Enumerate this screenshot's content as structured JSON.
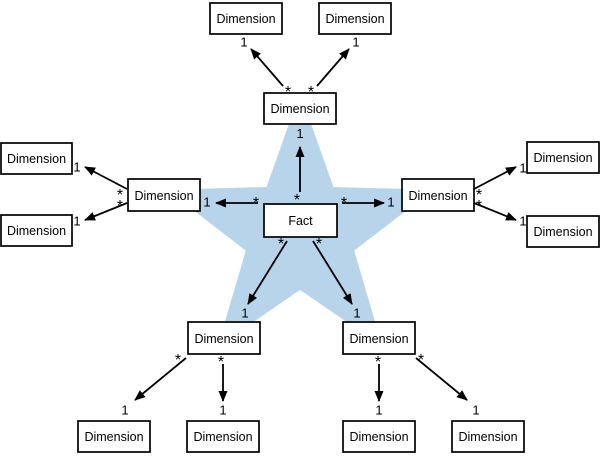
{
  "figure": {
    "type": "star-schema-diagram",
    "description": "Fact table linked to dimension tables over a five-pointed star background",
    "star_color": "#b8d4ea",
    "box_fill": "#ffffff",
    "box_stroke": "#000000",
    "arrow_color": "#000000",
    "nodes": [
      {
        "id": "fact",
        "label": "Fact"
      },
      {
        "id": "dimension-top",
        "label": "Dimension"
      },
      {
        "id": "dimension-left",
        "label": "Dimension"
      },
      {
        "id": "dimension-right",
        "label": "Dimension"
      },
      {
        "id": "dimension-bottom-left",
        "label": "Dimension"
      },
      {
        "id": "dimension-bottom-right",
        "label": "Dimension"
      },
      {
        "id": "dimension-top-outer-left",
        "label": "Dimension"
      },
      {
        "id": "dimension-top-outer-right",
        "label": "Dimension"
      },
      {
        "id": "dimension-left-outer-upper",
        "label": "Dimension"
      },
      {
        "id": "dimension-left-outer-lower",
        "label": "Dimension"
      },
      {
        "id": "dimension-right-outer-upper",
        "label": "Dimension"
      },
      {
        "id": "dimension-right-outer-lower",
        "label": "Dimension"
      },
      {
        "id": "dimension-bottom-outer-1",
        "label": "Dimension"
      },
      {
        "id": "dimension-bottom-outer-2",
        "label": "Dimension"
      },
      {
        "id": "dimension-bottom-outer-3",
        "label": "Dimension"
      },
      {
        "id": "dimension-bottom-outer-4",
        "label": "Dimension"
      }
    ],
    "edges": [
      {
        "from": "fact",
        "to": "dimension-top",
        "source_card": "*",
        "target_card": "1"
      },
      {
        "from": "fact",
        "to": "dimension-left",
        "source_card": "*",
        "target_card": "1"
      },
      {
        "from": "fact",
        "to": "dimension-right",
        "source_card": "*",
        "target_card": "1"
      },
      {
        "from": "fact",
        "to": "dimension-bottom-left",
        "source_card": "*",
        "target_card": "1"
      },
      {
        "from": "fact",
        "to": "dimension-bottom-right",
        "source_card": "*",
        "target_card": "1"
      },
      {
        "from": "dimension-top",
        "to": "dimension-top-outer-left",
        "source_card": "*",
        "target_card": "1"
      },
      {
        "from": "dimension-top",
        "to": "dimension-top-outer-right",
        "source_card": "*",
        "target_card": "1"
      },
      {
        "from": "dimension-left",
        "to": "dimension-left-outer-upper",
        "source_card": "*",
        "target_card": "1"
      },
      {
        "from": "dimension-left",
        "to": "dimension-left-outer-lower",
        "source_card": "*",
        "target_card": "1"
      },
      {
        "from": "dimension-right",
        "to": "dimension-right-outer-upper",
        "source_card": "*",
        "target_card": "1"
      },
      {
        "from": "dimension-right",
        "to": "dimension-right-outer-lower",
        "source_card": "*",
        "target_card": "1"
      },
      {
        "from": "dimension-bottom-left",
        "to": "dimension-bottom-outer-1",
        "source_card": "*",
        "target_card": "1"
      },
      {
        "from": "dimension-bottom-left",
        "to": "dimension-bottom-outer-2",
        "source_card": "*",
        "target_card": "1"
      },
      {
        "from": "dimension-bottom-right",
        "to": "dimension-bottom-outer-3",
        "source_card": "*",
        "target_card": "1"
      },
      {
        "from": "dimension-bottom-right",
        "to": "dimension-bottom-outer-4",
        "source_card": "*",
        "target_card": "1"
      }
    ]
  }
}
